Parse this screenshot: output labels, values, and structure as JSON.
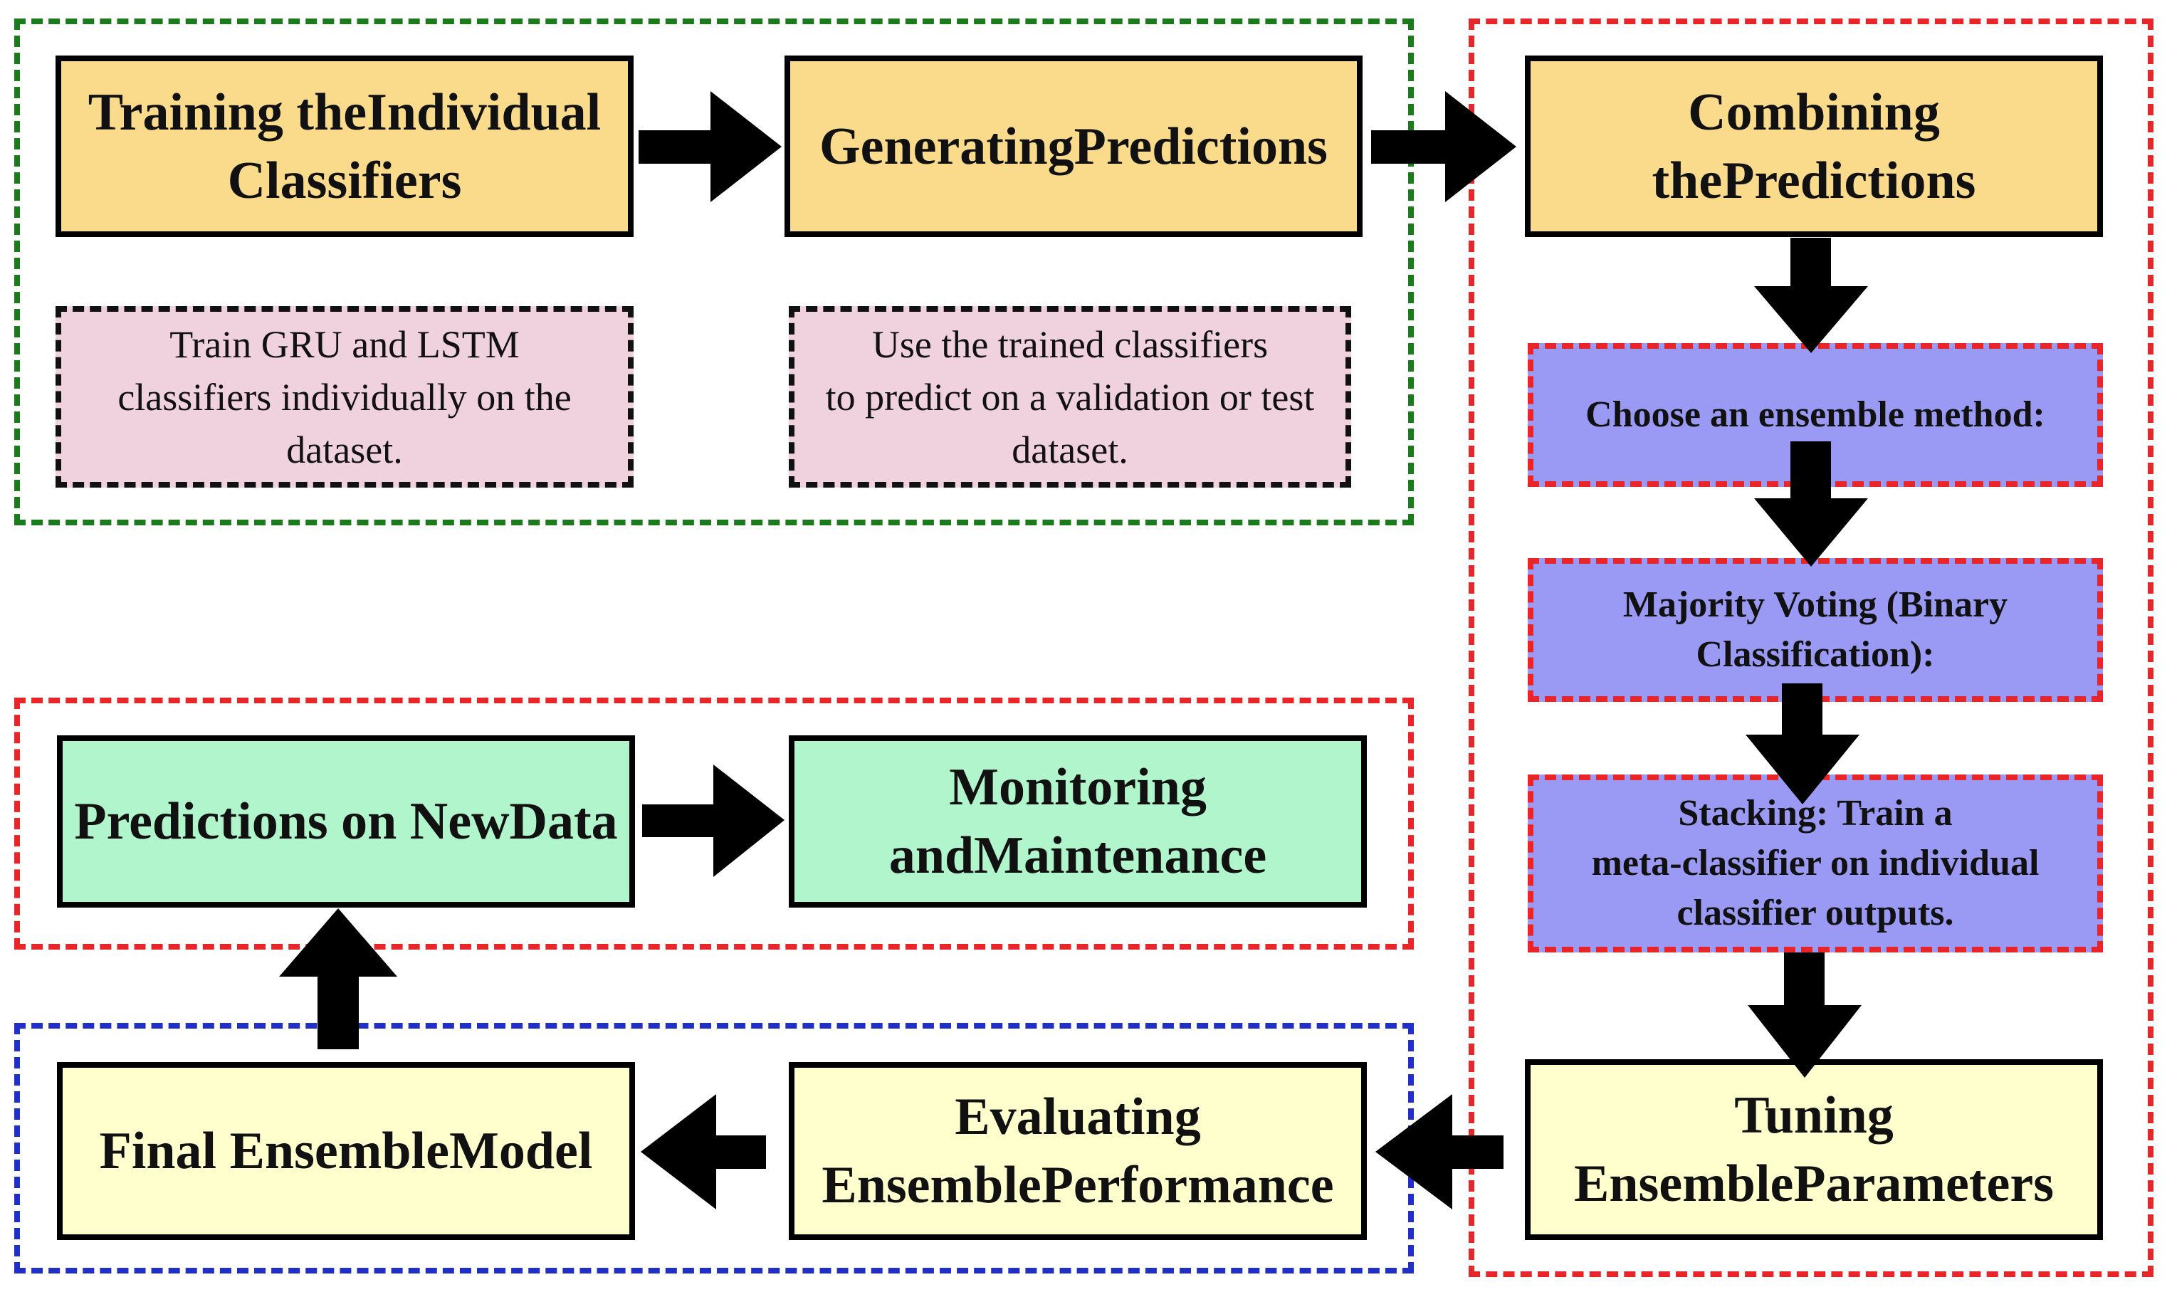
{
  "boxes": {
    "training": {
      "line1": "Training the",
      "line2": "Individual Classifiers"
    },
    "generating": {
      "line1": "Generating",
      "line2": "Predictions"
    },
    "combining": {
      "line1": "Combining the",
      "line2": "Predictions"
    },
    "train_note": {
      "line1": "Train GRU and LSTM",
      "line2": "classifiers individually on the",
      "line3": "dataset."
    },
    "use_note": {
      "line1": "Use the trained classifiers",
      "line2": "to predict on a validation or test",
      "line3": "dataset."
    },
    "choose": {
      "line1": "Choose an ensemble method:"
    },
    "majority": {
      "line1": "Majority Voting (Binary",
      "line2": "Classification):"
    },
    "stacking": {
      "line1": "Stacking: Train a",
      "line2": "meta-classifier on individual",
      "line3": "classifier outputs."
    },
    "tuning": {
      "line1": "Tuning Ensemble",
      "line2": "Parameters"
    },
    "evaluating": {
      "line1": "Evaluating Ensemble",
      "line2": "Performance"
    },
    "final": {
      "line1": "Final Ensemble",
      "line2": "Model"
    },
    "predictions_new": {
      "line1": "Predictions on New",
      "line2": "Data"
    },
    "monitoring": {
      "line1": "Monitoring and",
      "line2": "Maintenance"
    }
  },
  "colors": {
    "stage_fill": "#fadb8c",
    "note_fill": "#f0d1de",
    "method_fill": "#9a9af5",
    "deploy_fill": "#b1f5cc",
    "eval_fill": "#feffcd",
    "group_training": "#1b7a1b",
    "group_combining": "#e8262a",
    "group_deployment": "#e8262a",
    "group_evaluation": "#1f2fc8",
    "arrow": "#000000"
  }
}
